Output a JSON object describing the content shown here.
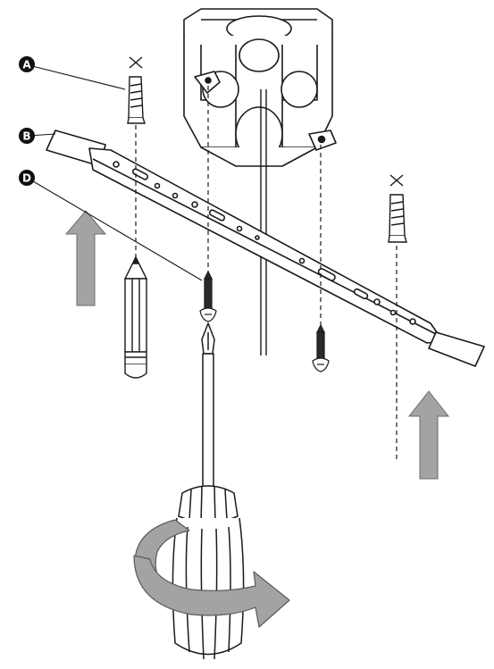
{
  "callouts": [
    {
      "id": "A",
      "label": "A"
    },
    {
      "id": "B",
      "label": "B"
    },
    {
      "id": "D",
      "label": "D"
    }
  ],
  "colors": {
    "line": "#1a1a1a",
    "arrow_fill": "#a3a3a3",
    "arrow_stroke": "#6b6b6b",
    "callout_fill": "#111111",
    "background": "#ffffff"
  },
  "icons": [
    "wall-anchor-icon",
    "mounting-bracket-icon",
    "screw-icon",
    "pencil-icon",
    "screwdriver-icon",
    "up-arrow-icon",
    "rotation-arrow-icon",
    "junction-box-icon",
    "target-x-icon"
  ]
}
